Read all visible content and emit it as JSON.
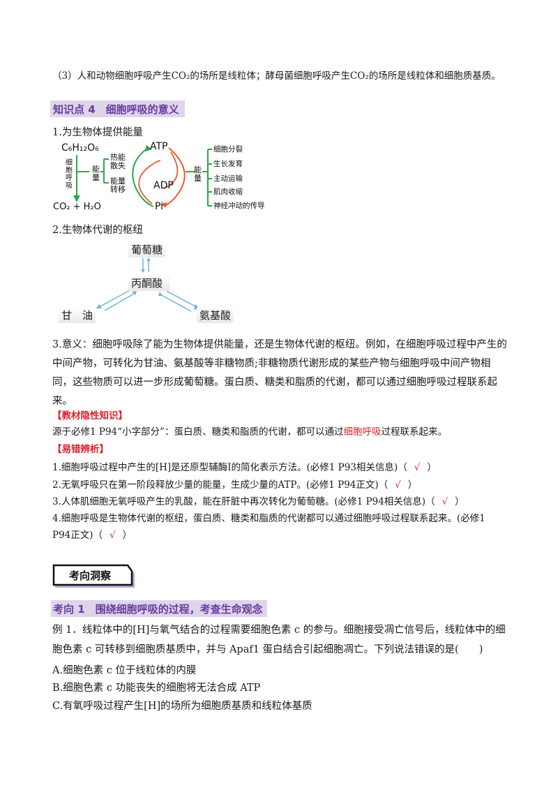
{
  "intro_line": "（3）人和动物细胞呼吸产生CO₂的场所是线粒体；酵母菌细胞呼吸产生CO₂的场所是线粒体和细胞质基质。",
  "section_heading": "知识点 4　细胞呼吸的意义",
  "sub1": "1.为生物体提供能量",
  "diagram1": {
    "glucose": "C₆H₁₂O₆",
    "process": "细胞呼吸",
    "energy_left": "能量",
    "heat": "热能散失",
    "transfer": "能量转移",
    "atp": "ATP",
    "adp": "ADP",
    "pi": "Pi",
    "products": "CO₂ + H₂O",
    "energy_right": "能量",
    "uses": [
      "细胞分裂",
      "生长发育",
      "主动运输",
      "肌肉收缩",
      "神经冲动的传导"
    ]
  },
  "sub2": "2.生物体代谢的枢纽",
  "diagram2": {
    "glucose": "葡萄糖",
    "pyruvate": "丙酮酸",
    "glycerol": "甘　油",
    "amino": "氨基酸"
  },
  "sub3_para": "3.意义：细胞呼吸除了能为生物体提供能量，还是生物体代谢的枢纽。例如，在细胞呼吸过程中产生的中间产物，可转化为甘油、氨基酸等非糖物质;非糖物质代谢形成的某些产物与细胞呼吸中间产物相同，这些物质可以进一步形成葡萄糖。蛋白质、糖类和脂质的代谢，都可以通过细胞呼吸过程联系起来。",
  "hidden_title": "【教材隐性知识】",
  "hidden_pre": "源于必修1 P94“小字部分”：蛋白质、糖类和脂质的代谢，都可以通过",
  "hidden_red": "细胞呼吸",
  "hidden_post": "过程联系起来。",
  "error_title": "【易错辨析】",
  "items": [
    {
      "text": "1.细胞呼吸过程中产生的[H]是还原型辅酶Ⅰ的简化表示方法。(必修1 P93相关信息)（",
      "mark": "√",
      "close": "）"
    },
    {
      "text": "2.无氧呼吸只在第一阶段释放少量的能量，生成少量的ATP。(必修1 P94正文)（",
      "mark": "√",
      "close": "）"
    },
    {
      "text": "3.人体肌细胞无氧呼吸产生的乳酸，能在肝脏中再次转化为葡萄糖。(必修1 P94相关信息)（",
      "mark": "√",
      "close": "）"
    }
  ],
  "item4_line1": "4.细胞呼吸是生物体代谢的枢纽，蛋白质、糖类和脂质的代谢都可以通过细胞呼吸过程联系起来。(必修1",
  "item4_line2_pre": "P94正文)（",
  "item4_mark": "√",
  "item4_close": "）",
  "tag_label": "考向洞察",
  "topic_heading": "考向 1　围绕细胞呼吸的过程，考查生命观念",
  "example_para": "例 1．线粒体中的[H]与氧气结合的过程需要细胞色素 c 的参与。细胞接受凋亡信号后，线粒体中的细胞色素 c 可转移到细胞质基质中，并与 Apaf1 蛋白结合引起细胞凋亡。下列说法错误的是(　　)",
  "options": [
    "A.细胞色素 c 位于线粒体的内膜",
    "B.细胞色素 c 功能丧失的细胞将无法合成 ATP",
    "C.有氧呼吸过程产生[H]的场所为细胞质基质和线粒体基质"
  ],
  "colors": {
    "purple_text": "#6a3aa0",
    "heading_bg": "#ddd5ea",
    "red": "#e0202a",
    "arrow_green": "#2aa84a",
    "arrow_red": "#e85a2a",
    "arrow_blue": "#6ab6d8"
  }
}
